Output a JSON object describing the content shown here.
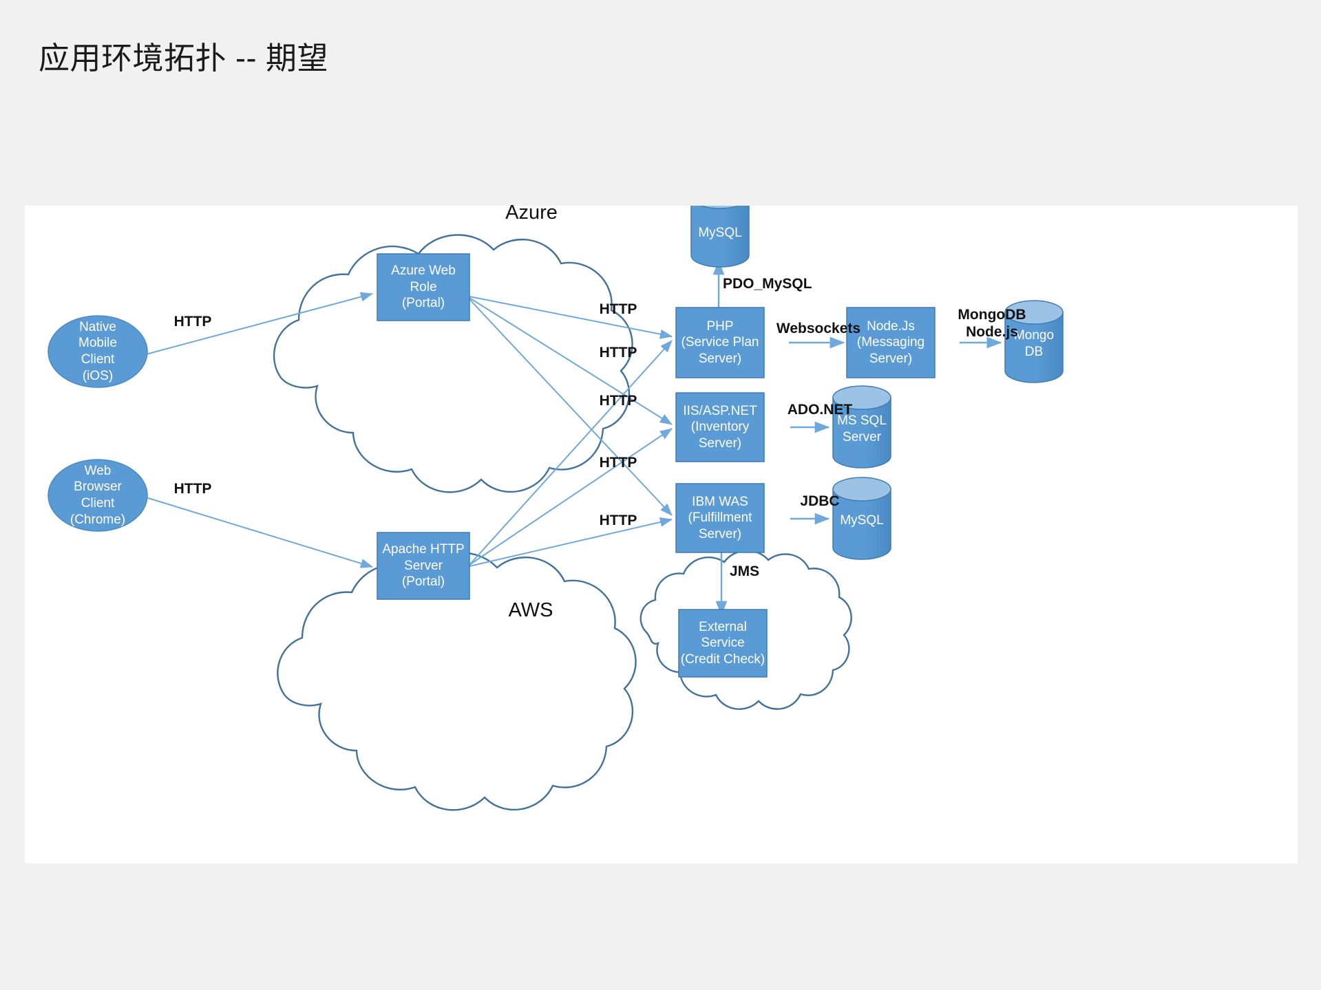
{
  "slide": {
    "title": "应用环境拓扑 -- 期望",
    "background_color": "#f1f1f1",
    "panel_color": "#ffffff"
  },
  "colors": {
    "node_fill": "#5B9BD5",
    "node_stroke": "#3E7CB1",
    "cylinder_top": "#9CC3E5",
    "cloud_stroke": "#41719C",
    "arrow": "#6FA8DC",
    "node_text": "#ffffff",
    "label_text": "#111111"
  },
  "clouds": [
    {
      "id": "azure-cloud",
      "label": "Azure"
    },
    {
      "id": "aws-cloud",
      "label": "AWS"
    },
    {
      "id": "external-cloud",
      "label": ""
    }
  ],
  "clients": [
    {
      "id": "native-mobile-client",
      "shape": "ellipse",
      "lines": [
        "Native",
        "Mobile",
        "Client",
        "(iOS)"
      ]
    },
    {
      "id": "web-browser-client",
      "shape": "ellipse",
      "lines": [
        "Web",
        "Browser",
        "Client",
        "(Chrome)"
      ]
    }
  ],
  "portals": [
    {
      "id": "azure-web-role",
      "shape": "box",
      "cloud": "Azure",
      "lines": [
        "Azure Web",
        "Role",
        "(Portal)"
      ]
    },
    {
      "id": "apache-http-server",
      "shape": "box",
      "cloud": "AWS",
      "lines": [
        "Apache HTTP",
        "Server",
        "(Portal)"
      ]
    }
  ],
  "servers": [
    {
      "id": "php-service-plan-server",
      "shape": "box",
      "lines": [
        "PHP",
        "(Service Plan",
        "Server)"
      ]
    },
    {
      "id": "iis-aspnet-inventory-server",
      "shape": "box",
      "lines": [
        "IIS/ASP.NET",
        "(Inventory",
        "Server)"
      ]
    },
    {
      "id": "ibm-was-fulfillment-server",
      "shape": "box",
      "lines": [
        "IBM WAS",
        "(Fulfillment",
        "Server)"
      ]
    },
    {
      "id": "nodejs-messaging-server",
      "shape": "box",
      "lines": [
        "Node.Js",
        "(Messaging",
        "Server)"
      ]
    },
    {
      "id": "external-service-credit-check",
      "shape": "box",
      "lines": [
        "External",
        "Service",
        "(Credit Check)"
      ]
    }
  ],
  "databases": [
    {
      "id": "mysql-php-db",
      "shape": "cylinder",
      "lines": [
        "MySQL"
      ]
    },
    {
      "id": "mongo-db",
      "shape": "cylinder",
      "lines": [
        "Mongo",
        "DB"
      ]
    },
    {
      "id": "ms-sql-server-db",
      "shape": "cylinder",
      "lines": [
        "MS SQL",
        "Server"
      ]
    },
    {
      "id": "mysql-was-db",
      "shape": "cylinder",
      "lines": [
        "MySQL"
      ]
    }
  ],
  "edge_labels": {
    "client_http_mobile": "HTTP",
    "client_http_browser": "HTTP",
    "portal_http_1": "HTTP",
    "portal_http_2": "HTTP",
    "portal_http_3": "HTTP",
    "portal_http_4": "HTTP",
    "portal_http_5": "HTTP",
    "pdo_mysql": "PDO_MySQL",
    "websockets": "Websockets",
    "mongodb_nodejs_line1": "MongoDB",
    "mongodb_nodejs_line2": "Node.js",
    "ado_net": "ADO.NET",
    "jdbc": "JDBC",
    "jms": "JMS"
  }
}
